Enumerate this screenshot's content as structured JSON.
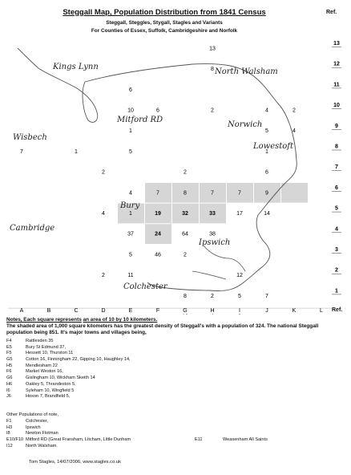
{
  "title": "Steggall Map, Population Distribution from 1841 Census",
  "subtitle_1": "Steggall, Steggles, Stygall, Stagles and Variants",
  "subtitle_2": "For Counties of Essex, Suffolk, Cambridgeshire and Norfolk",
  "ref_label": "Ref.",
  "grid": {
    "columns": [
      "A",
      "B",
      "C",
      "D",
      "E",
      "F",
      "G",
      "H",
      "I",
      "J",
      "K",
      "L"
    ],
    "rows": [
      "13",
      "12",
      "11",
      "10",
      "9",
      "8",
      "7",
      "6",
      "5",
      "4",
      "3",
      "2",
      "1"
    ],
    "shaded_squares": [
      "F6",
      "G6",
      "H6",
      "I6",
      "J6",
      "K6",
      "E5",
      "F5",
      "G5",
      "H5",
      "F4"
    ],
    "shaded_color": "#d6d6d6"
  },
  "cell_values": [
    {
      "col": "H",
      "row": "13",
      "value": "13"
    },
    {
      "col": "H",
      "row": "12",
      "value": "8"
    },
    {
      "col": "E",
      "row": "11",
      "value": "6"
    },
    {
      "col": "E",
      "row": "10",
      "value": "10"
    },
    {
      "col": "F",
      "row": "10",
      "value": "6"
    },
    {
      "col": "H",
      "row": "10",
      "value": "2"
    },
    {
      "col": "J",
      "row": "10",
      "value": "4"
    },
    {
      "col": "K",
      "row": "10",
      "value": "2"
    },
    {
      "col": "E",
      "row": "9",
      "value": "1"
    },
    {
      "col": "J",
      "row": "9",
      "value": "5"
    },
    {
      "col": "K",
      "row": "9",
      "value": "4"
    },
    {
      "col": "A",
      "row": "8",
      "value": "7"
    },
    {
      "col": "C",
      "row": "8",
      "value": "1"
    },
    {
      "col": "E",
      "row": "8",
      "value": "5"
    },
    {
      "col": "J",
      "row": "8",
      "value": "1"
    },
    {
      "col": "D",
      "row": "7",
      "value": "2"
    },
    {
      "col": "G",
      "row": "7",
      "value": "2"
    },
    {
      "col": "J",
      "row": "7",
      "value": "6"
    },
    {
      "col": "E",
      "row": "6",
      "value": "4"
    },
    {
      "col": "F",
      "row": "6",
      "value": "7"
    },
    {
      "col": "G",
      "row": "6",
      "value": "8"
    },
    {
      "col": "H",
      "row": "6",
      "value": "7"
    },
    {
      "col": "I",
      "row": "6",
      "value": "7"
    },
    {
      "col": "J",
      "row": "6",
      "value": "9"
    },
    {
      "col": "D",
      "row": "5",
      "value": "4"
    },
    {
      "col": "E",
      "row": "5",
      "value": "1"
    },
    {
      "col": "F",
      "row": "5",
      "value": "19"
    },
    {
      "col": "G",
      "row": "5",
      "value": "32"
    },
    {
      "col": "H",
      "row": "5",
      "value": "33"
    },
    {
      "col": "I",
      "row": "5",
      "value": "17"
    },
    {
      "col": "J",
      "row": "5",
      "value": "14"
    },
    {
      "col": "E",
      "row": "4",
      "value": "37"
    },
    {
      "col": "F",
      "row": "4",
      "value": "24"
    },
    {
      "col": "G",
      "row": "4",
      "value": "64"
    },
    {
      "col": "H",
      "row": "4",
      "value": "38"
    },
    {
      "col": "E",
      "row": "3",
      "value": "5"
    },
    {
      "col": "F",
      "row": "3",
      "value": "46"
    },
    {
      "col": "G",
      "row": "3",
      "value": "2"
    },
    {
      "col": "D",
      "row": "2",
      "value": "2"
    },
    {
      "col": "E",
      "row": "2",
      "value": "11"
    },
    {
      "col": "I",
      "row": "2",
      "value": "12"
    },
    {
      "col": "G",
      "row": "1",
      "value": "8"
    },
    {
      "col": "H",
      "row": "1",
      "value": "2"
    },
    {
      "col": "I",
      "row": "1",
      "value": "5"
    },
    {
      "col": "J",
      "row": "1",
      "value": "7"
    },
    {
      "col": "G",
      "row": "0",
      "value": "13"
    },
    {
      "col": "H",
      "row": "0",
      "value": "4"
    },
    {
      "col": "I",
      "row": "0",
      "value": "3"
    }
  ],
  "handwritten_labels": [
    "Kings Lynn",
    "North Walsham",
    "Mitford RD",
    "Norwich",
    "Wisbech",
    "Lowestoft",
    "Bury",
    "Cambridge",
    "Ipswich",
    "Colchester"
  ],
  "notes": {
    "line1_prefix": "Notes, Each square represents",
    "line1_underlined": "an area of 10 by 10 kilometers.",
    "line2": "The shaded area of 1,000 square kilometers has the greatest density of Steggall's with a population of 324.  The national Steggall population being 851. It's major towns and villages being,"
  },
  "main_places": [
    {
      "ref": "F4",
      "text": "Rattlesden 35"
    },
    {
      "ref": "E5",
      "text": "Bury St Edmund 37,"
    },
    {
      "ref": "F5",
      "text": "Hessett 10, Thurston 11"
    },
    {
      "ref": "G5",
      "text": "Cotton 16, Finningham 22, Gipping 10, Haughley 14,"
    },
    {
      "ref": "H5",
      "text": "Mendlesham 22"
    },
    {
      "ref": "F6",
      "text": "Market Weston 16,"
    },
    {
      "ref": "G6",
      "text": "Gislingham 10, Wickham Skeith 14"
    },
    {
      "ref": "H6",
      "text": "Oakley 5, Thrandeston 5,"
    },
    {
      "ref": "I6",
      "text": "Syleham 10, Wingfield 5"
    },
    {
      "ref": "J6",
      "text": "Hoxon 7, Brandfield 5,"
    }
  ],
  "other_heading": "Other Populations of note,",
  "other_places": [
    {
      "ref": "F1",
      "text": "Colchester,"
    },
    {
      "ref": "H3",
      "text": "Ipswich"
    },
    {
      "ref": "I8",
      "text": "Newton Flotman"
    },
    {
      "ref": "E10/F10",
      "text": "Mitford RD (Great Fransham, Litcham, Little Dunham"
    },
    {
      "ref": "I12",
      "text": "North Walsham."
    }
  ],
  "extra_place": {
    "ref": "E11",
    "text": "Weasenham All Saints"
  },
  "footer": "Tom Stagles, 14/07/2006, www.stagles.co.uk"
}
